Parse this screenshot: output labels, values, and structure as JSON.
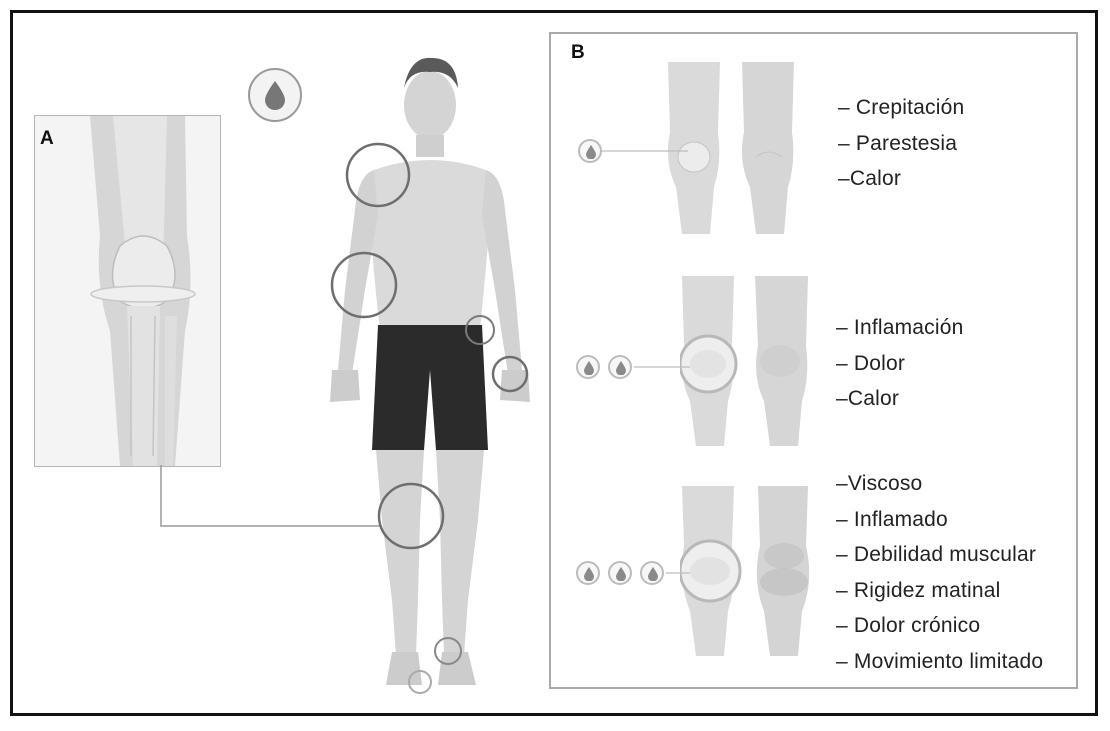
{
  "panel_a": {
    "label": "A"
  },
  "panel_b": {
    "label": "B",
    "stages": [
      {
        "drops": 1,
        "symptoms": [
          "– Crepitación",
          "– Parestesia",
          "–Calor"
        ]
      },
      {
        "drops": 2,
        "symptoms": [
          "– Inflamación",
          "– Dolor",
          "–Calor"
        ]
      },
      {
        "drops": 3,
        "symptoms": [
          "–Viscoso",
          "– Inflamado",
          "– Debilidad muscular",
          "– Rigidez matinal",
          "– Dolor crónico",
          "– Movimiento limitado"
        ]
      }
    ]
  },
  "icons": {
    "header": "droplet-icon",
    "badge": "droplet-icon"
  },
  "colors": {
    "frame": "#111111",
    "skin": "#d9d9d9",
    "shorts": "#2b2b2b",
    "circle": "#6e6e6e",
    "text": "#222222"
  }
}
